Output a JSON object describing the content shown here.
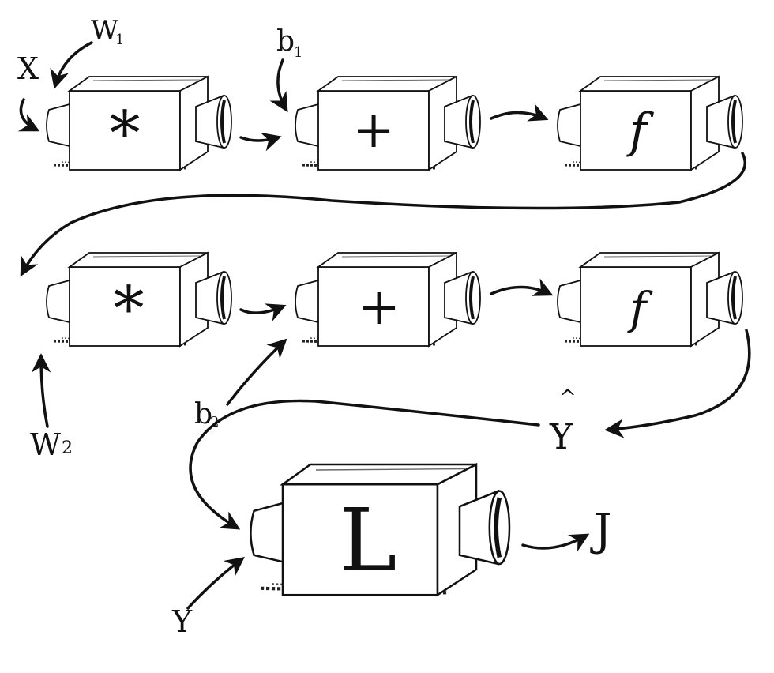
{
  "inputs": {
    "x": "X",
    "w1_main": "W",
    "w1_sub": "1",
    "b1_main": "b",
    "b1_sub": "1",
    "w2_main": "W",
    "w2_sub": "2",
    "b2_main": "b",
    "b2_sub": "2",
    "y": "Y"
  },
  "outputs": {
    "y_hat": "Y",
    "y_hat_accent": "^",
    "j": "J"
  },
  "machines": {
    "row1": [
      "*",
      "+",
      "f"
    ],
    "row2": [
      "*",
      "+",
      "f"
    ],
    "loss": "L"
  }
}
